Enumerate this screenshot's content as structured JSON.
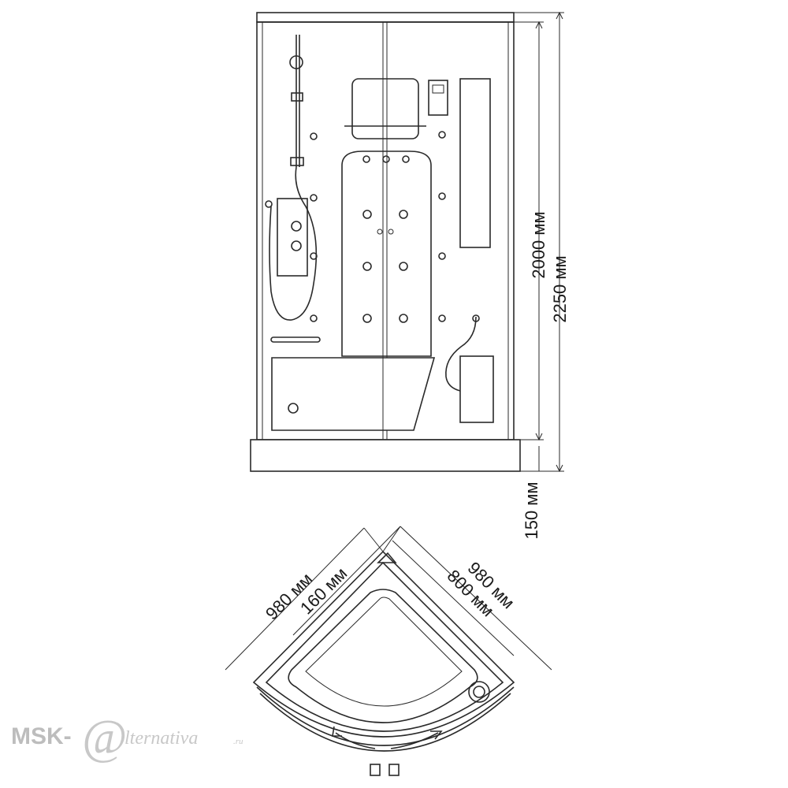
{
  "dimensions": {
    "total_height": "2250 мм",
    "cabin_height": "2000 мм",
    "tray_height": "150 мм",
    "side_left": "980 мм",
    "side_right": "980 мм",
    "inner_right": "800 мм",
    "inner_left": "160 мм"
  },
  "watermark": {
    "prefix": "MSK-",
    "at": "@",
    "rest": "lternativa",
    "suffix": ".ru"
  },
  "colors": {
    "line": "#2a2a2a",
    "watermark": "#bdbdbd"
  }
}
